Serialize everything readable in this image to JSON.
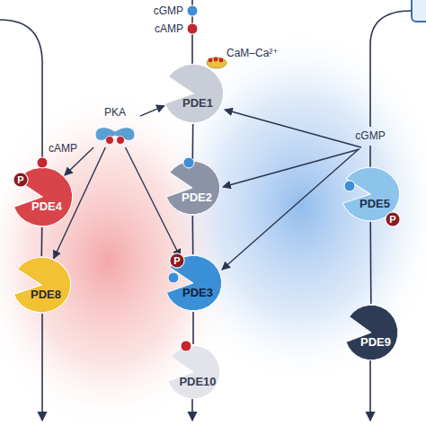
{
  "diagram": {
    "nodes": [
      {
        "text": [
          "PDE1"
        ]
      },
      {
        "text": [
          "PKA"
        ]
      },
      {
        "text": [
          "PDE4"
        ]
      },
      {
        "text": [
          "P"
        ],
        "in": 2
      },
      {
        "text": [
          "PDE2"
        ]
      },
      {
        "text": [
          "PDE5"
        ]
      },
      {
        "text": [
          "P"
        ],
        "in": 5
      },
      {
        "text": [
          "PDE8"
        ]
      },
      {
        "text": [
          "PDE3"
        ]
      },
      {
        "text": [
          "P"
        ],
        "in": 8
      },
      {
        "text": [
          "PDE9"
        ]
      },
      {
        "text": [
          "PDE10"
        ]
      }
    ],
    "edges": [
      {
        "from": 1,
        "to": 2,
        "arrow": "to"
      },
      {
        "from": 1,
        "to": 0,
        "arrow": "to"
      },
      {
        "from": 1,
        "to": 7,
        "arrow": "to"
      },
      {
        "from": 1,
        "to": 8,
        "arrow": "to"
      },
      {
        "from": 2,
        "to": 7,
        "arrow": "none"
      },
      {
        "from": 0,
        "to": 4,
        "arrow": "none"
      },
      {
        "from": 4,
        "to": 8,
        "arrow": "none"
      },
      {
        "from": 8,
        "to": 11,
        "arrow": "none"
      },
      {
        "from": 5,
        "to": 10,
        "arrow": "none"
      }
    ],
    "labels": [
      "cGMP",
      "cAMP",
      "CaM–Ca²⁺",
      "cAMP",
      "cGMP"
    ]
  }
}
